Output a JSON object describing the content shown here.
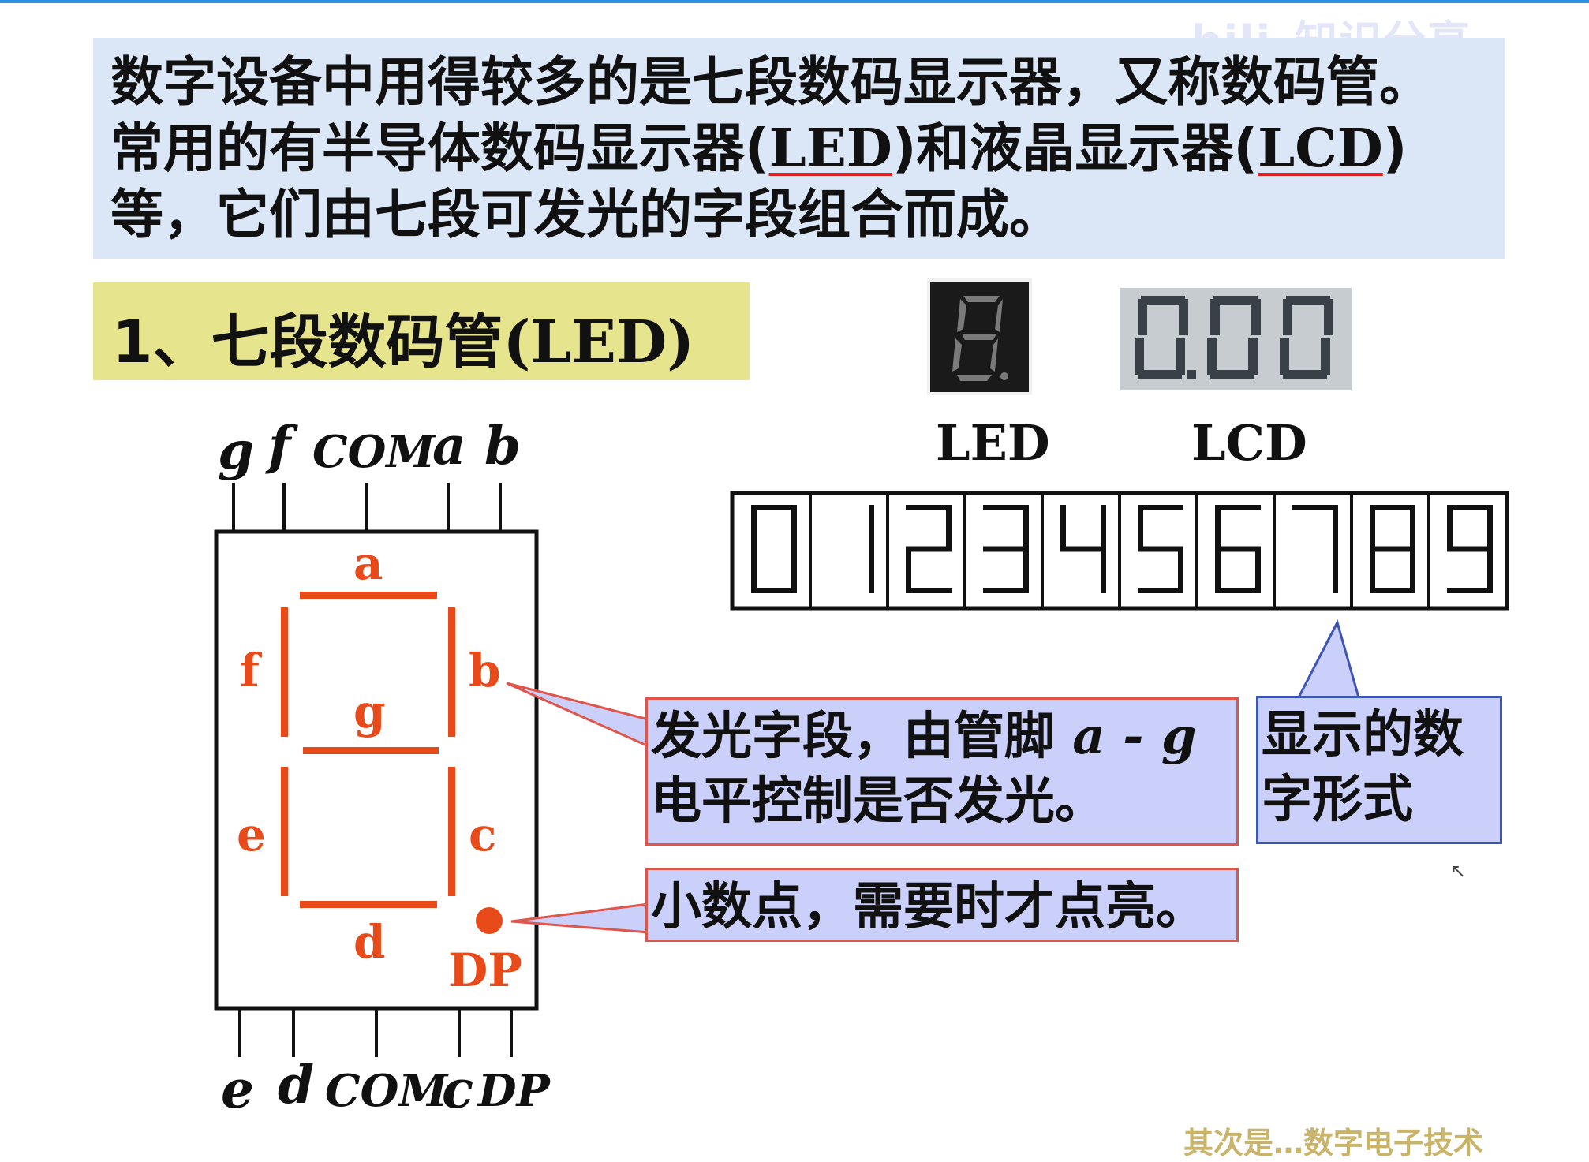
{
  "watermark": "bili_知识分享 bilibili",
  "intro": {
    "line1": "数字设备中用得较多的是七段数码显示器，又称数码管。",
    "line2_a": "常用的有半导体数码显示器(",
    "line2_led": "LED",
    "line2_b": ")和液晶显示器(",
    "line2_lcd": "LCD",
    "line2_c": ")",
    "line3": "等，它们由七段可发光的字段组合而成。"
  },
  "section": {
    "num": "1、七段数码管",
    "paren": "(LED)"
  },
  "photos": {
    "led_caption": "LED",
    "lcd_caption": "LCD",
    "lcd_reading": "0.00"
  },
  "pins": {
    "top": [
      "g",
      "f",
      "COM",
      "a",
      "b"
    ],
    "bottom": [
      "e",
      "d",
      "COM",
      "c",
      "DP"
    ]
  },
  "segments": {
    "a": "a",
    "b": "b",
    "c": "c",
    "d": "d",
    "e": "e",
    "f": "f",
    "g": "g",
    "dp": "DP"
  },
  "digits": [
    "0",
    "1",
    "2",
    "3",
    "4",
    "5",
    "6",
    "7",
    "8",
    "9"
  ],
  "callouts": {
    "segment_a": "发光字段，由管脚 ",
    "segment_pins": "a - g",
    "segment_b": "电平控制是否发光。",
    "dp": "小数点，需要时才点亮。",
    "digits_a": "显示的数",
    "digits_b": "字形式"
  },
  "footer": "其次是…数字电子技术",
  "colors": {
    "accent": "#e84a1a",
    "callout_bg": "#cbd0fb",
    "intro_bg": "#dbe7f6",
    "section_bg": "#e6e48c"
  }
}
